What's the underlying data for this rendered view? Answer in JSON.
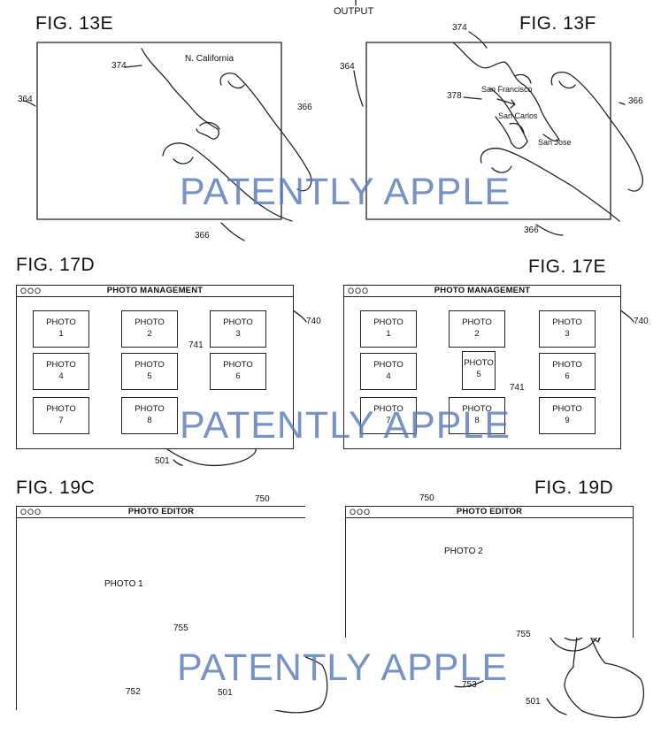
{
  "top_label": "OUTPUT",
  "figures": {
    "fig13e": {
      "title": "FIG. 13E",
      "labels": {
        "a": "374",
        "b": "364",
        "c": "366",
        "d": "366"
      },
      "map_text": "N. California"
    },
    "fig13f": {
      "title": "FIG. 13F",
      "labels": {
        "a": "374",
        "b": "364",
        "c": "378",
        "d": "366",
        "e": "366"
      },
      "cities": {
        "sf": "San Francisco",
        "sc": "San Carlos",
        "sj": "San Jose"
      }
    },
    "fig17d": {
      "title": "FIG. 17D",
      "window_title": "PHOTO MANAGEMENT",
      "window_ref": "740",
      "gesture_ref": "741",
      "hand_ref": "501",
      "photos": [
        {
          "label": "PHOTO",
          "num": "1"
        },
        {
          "label": "PHOTO",
          "num": "2"
        },
        {
          "label": "PHOTO",
          "num": "3"
        },
        {
          "label": "PHOTO",
          "num": "4"
        },
        {
          "label": "PHOTO",
          "num": "5"
        },
        {
          "label": "PHOTO",
          "num": "6"
        },
        {
          "label": "PHOTO",
          "num": "7"
        },
        {
          "label": "PHOTO",
          "num": "8"
        }
      ]
    },
    "fig17e": {
      "title": "FIG. 17E",
      "window_title": "PHOTO MANAGEMENT",
      "window_ref": "740",
      "gesture_ref": "741",
      "photos": [
        {
          "label": "PHOTO",
          "num": "1"
        },
        {
          "label": "PHOTO",
          "num": "2"
        },
        {
          "label": "PHOTO",
          "num": "3"
        },
        {
          "label": "PHOTO",
          "num": "4"
        },
        {
          "label": "PHOTO",
          "num": "5"
        },
        {
          "label": "PHOTO",
          "num": "6"
        },
        {
          "label": "PHOTO",
          "num": "7"
        },
        {
          "label": "PHOTO",
          "num": "8"
        },
        {
          "label": "PHOTO",
          "num": "9"
        }
      ]
    },
    "fig19c": {
      "title": "FIG. 19C",
      "window_title": "PHOTO EDITOR",
      "window_ref": "750",
      "photo_label": "PHOTO 1",
      "rotate_ref": "755",
      "scene_ref": "752",
      "hand_ref": "501"
    },
    "fig19d": {
      "title": "FIG. 19D",
      "window_title": "PHOTO EDITOR",
      "window_ref": "750",
      "photo_label": "PHOTO 2",
      "rotate_ref": "755",
      "scene_ref": "753",
      "hand_ref": "501"
    }
  },
  "window_controls": "OOO",
  "watermark": "PATENTLY APPLE"
}
